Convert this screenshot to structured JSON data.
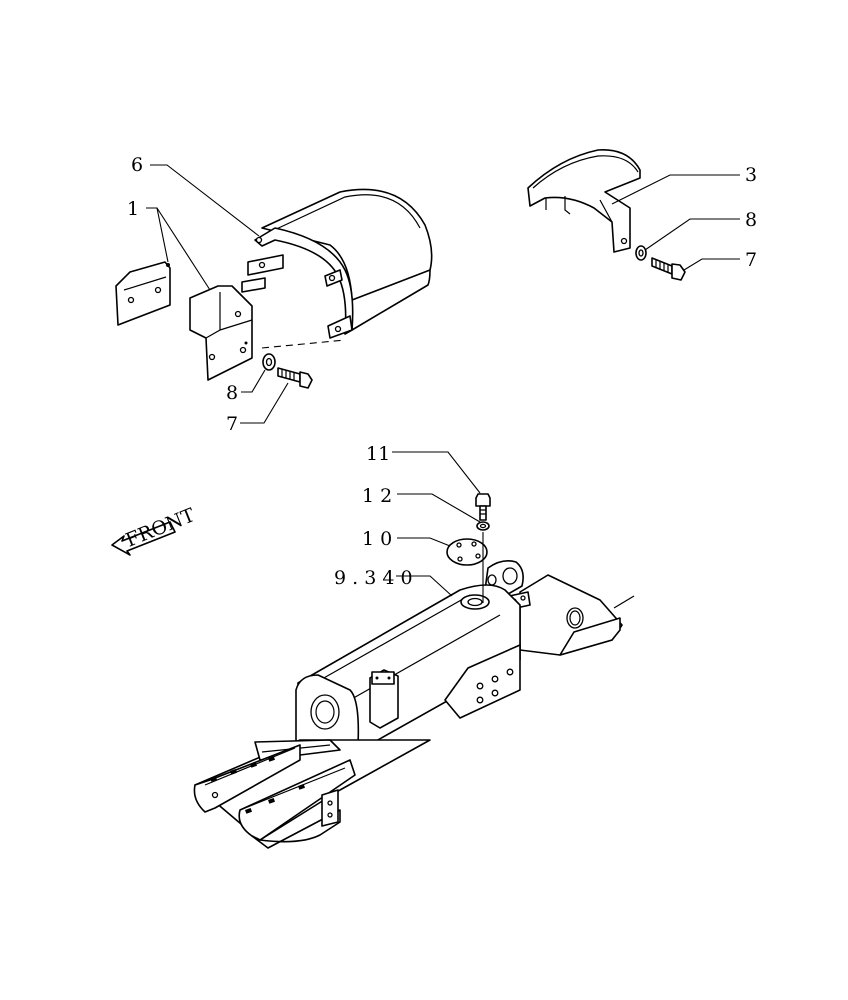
{
  "labels": {
    "l1": "1",
    "l6": "6",
    "l3": "3",
    "l8_left": "8",
    "l7_left": "7",
    "l8_right": "8",
    "l7_right": "7",
    "l11": "11",
    "l12": "1 2",
    "l10": "1 0",
    "l9340": "9 . 3 4 0",
    "front": "FRONT"
  }
}
